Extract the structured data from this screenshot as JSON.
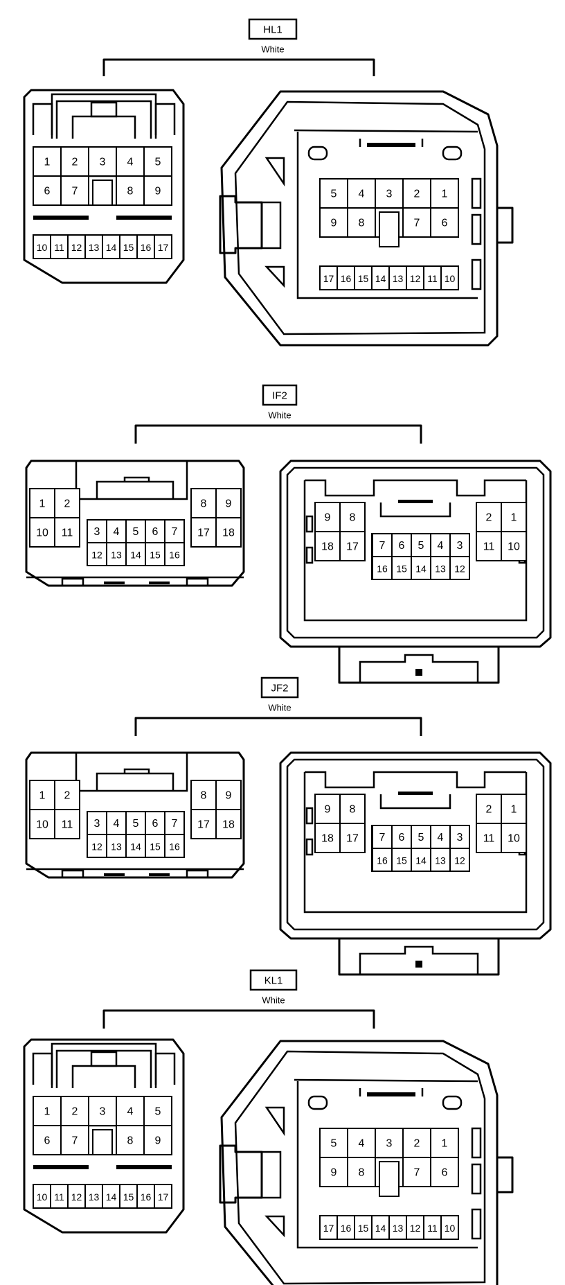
{
  "connectors": [
    {
      "code": "HL1",
      "color": "White"
    },
    {
      "code": "IF2",
      "color": "White"
    },
    {
      "code": "JF2",
      "color": "White"
    },
    {
      "code": "KL1",
      "color": "White"
    }
  ],
  "pins_large": {
    "male": {
      "top": [
        "1",
        "2",
        "3",
        "4",
        "5"
      ],
      "mid": [
        "6",
        "7",
        "8",
        "9"
      ],
      "bottom": [
        "10",
        "11",
        "12",
        "13",
        "14",
        "15",
        "16",
        "17"
      ]
    },
    "female": {
      "top": [
        "5",
        "4",
        "3",
        "2",
        "1"
      ],
      "mid": [
        "9",
        "8",
        "7",
        "6"
      ],
      "bottom": [
        "17",
        "16",
        "15",
        "14",
        "13",
        "12",
        "11",
        "10"
      ]
    }
  },
  "pins_wide": {
    "male": {
      "left": [
        "1",
        "2",
        "10",
        "11"
      ],
      "center_top": [
        "3",
        "4",
        "5",
        "6",
        "7"
      ],
      "center_bottom": [
        "12",
        "13",
        "14",
        "15",
        "16"
      ],
      "right": [
        "8",
        "9",
        "17",
        "18"
      ]
    },
    "female": {
      "left": [
        "9",
        "8",
        "18",
        "17"
      ],
      "center_top": [
        "7",
        "6",
        "5",
        "4",
        "3"
      ],
      "center_bottom": [
        "16",
        "15",
        "14",
        "13",
        "12"
      ],
      "right": [
        "2",
        "1",
        "11",
        "10"
      ]
    }
  }
}
